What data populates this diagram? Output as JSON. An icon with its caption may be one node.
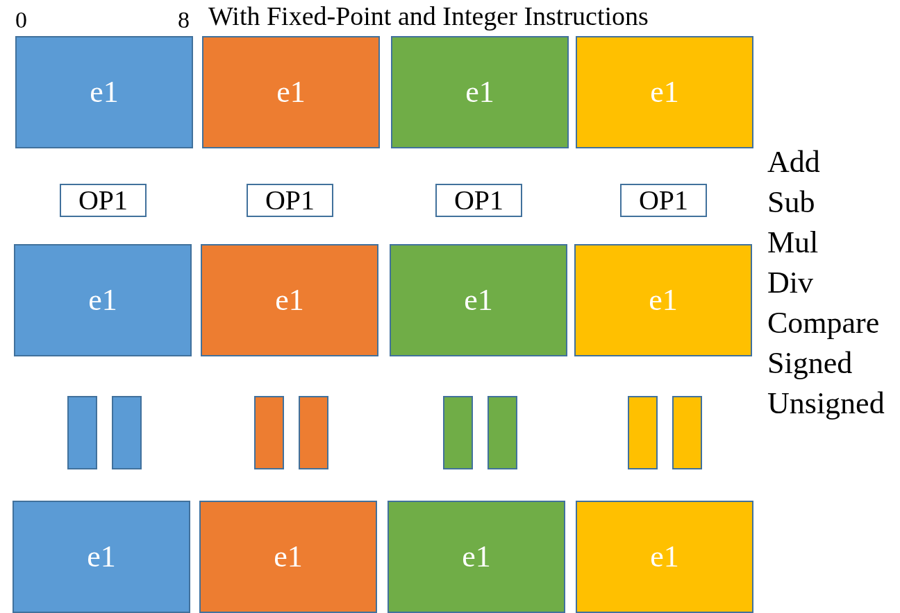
{
  "diagram": {
    "title": "With Fixed-Point and Integer Instructions",
    "nodes": [
      {
        "text": [
          "e1"
        ]
      },
      {
        "text": [
          "e1"
        ]
      },
      {
        "text": [
          "e1"
        ]
      },
      {
        "text": [
          "e1"
        ]
      },
      {
        "text": [
          "OP1"
        ]
      },
      {
        "text": [
          "OP1"
        ]
      },
      {
        "text": [
          "OP1"
        ]
      },
      {
        "text": [
          "OP1"
        ]
      },
      {
        "text": [
          "e1"
        ]
      },
      {
        "text": [
          "e1"
        ]
      },
      {
        "text": [
          "e1"
        ]
      },
      {
        "text": [
          "e1"
        ]
      },
      {
        "text": [],
        "shape": "bar"
      },
      {
        "text": [],
        "shape": "bar"
      },
      {
        "text": [],
        "shape": "bar"
      },
      {
        "text": [],
        "shape": "bar"
      },
      {
        "text": [],
        "shape": "bar"
      },
      {
        "text": [],
        "shape": "bar"
      },
      {
        "text": [],
        "shape": "bar"
      },
      {
        "text": [],
        "shape": "bar"
      },
      {
        "text": [
          "e1"
        ]
      },
      {
        "text": [
          "e1"
        ]
      },
      {
        "text": [
          "e1"
        ]
      },
      {
        "text": [
          "e1"
        ]
      }
    ],
    "labels": [
      "0",
      "8",
      "Add",
      "Sub",
      "Mul",
      "Div",
      "Compare",
      "Signed",
      "Unsigned"
    ]
  }
}
